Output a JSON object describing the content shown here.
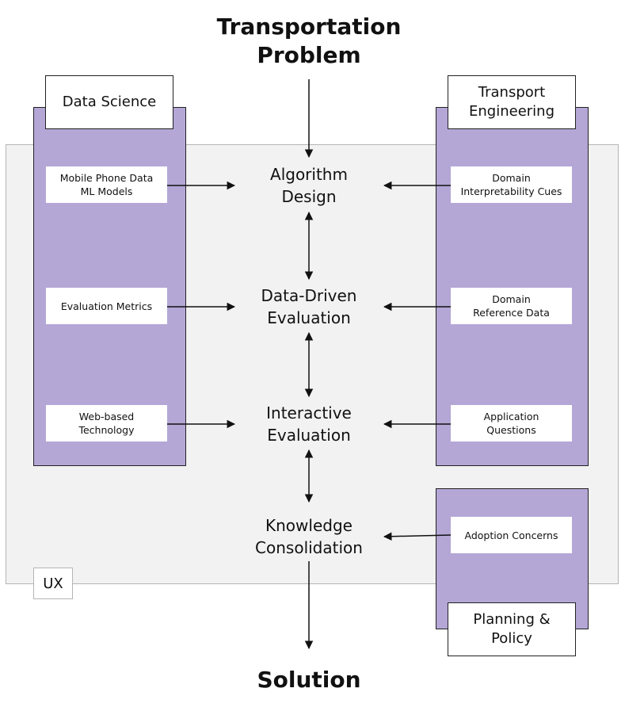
{
  "top_title": "Transportation\nProblem",
  "bottom_title": "Solution",
  "ux_label": "UX",
  "columns": {
    "left_header": "Data Science",
    "right_header": "Transport\nEngineering",
    "policy_header": "Planning &\nPolicy"
  },
  "left_inputs": [
    "Mobile Phone Data\nML Models",
    "Evaluation Metrics",
    "Web-based\nTechnology"
  ],
  "right_inputs": [
    "Domain\nInterpretability Cues",
    "Domain\nReference Data",
    "Application\nQuestions",
    "Adoption Concerns"
  ],
  "stages": [
    "Algorithm\nDesign",
    "Data-Driven\nEvaluation",
    "Interactive\nEvaluation",
    "Knowledge\nConsolidation"
  ],
  "colors": {
    "column_fill": "#b4a7d6",
    "ux_fill": "#f2f2f2",
    "ux_border": "#b5b5b5",
    "box_fill": "#ffffff",
    "line": "#111111"
  }
}
